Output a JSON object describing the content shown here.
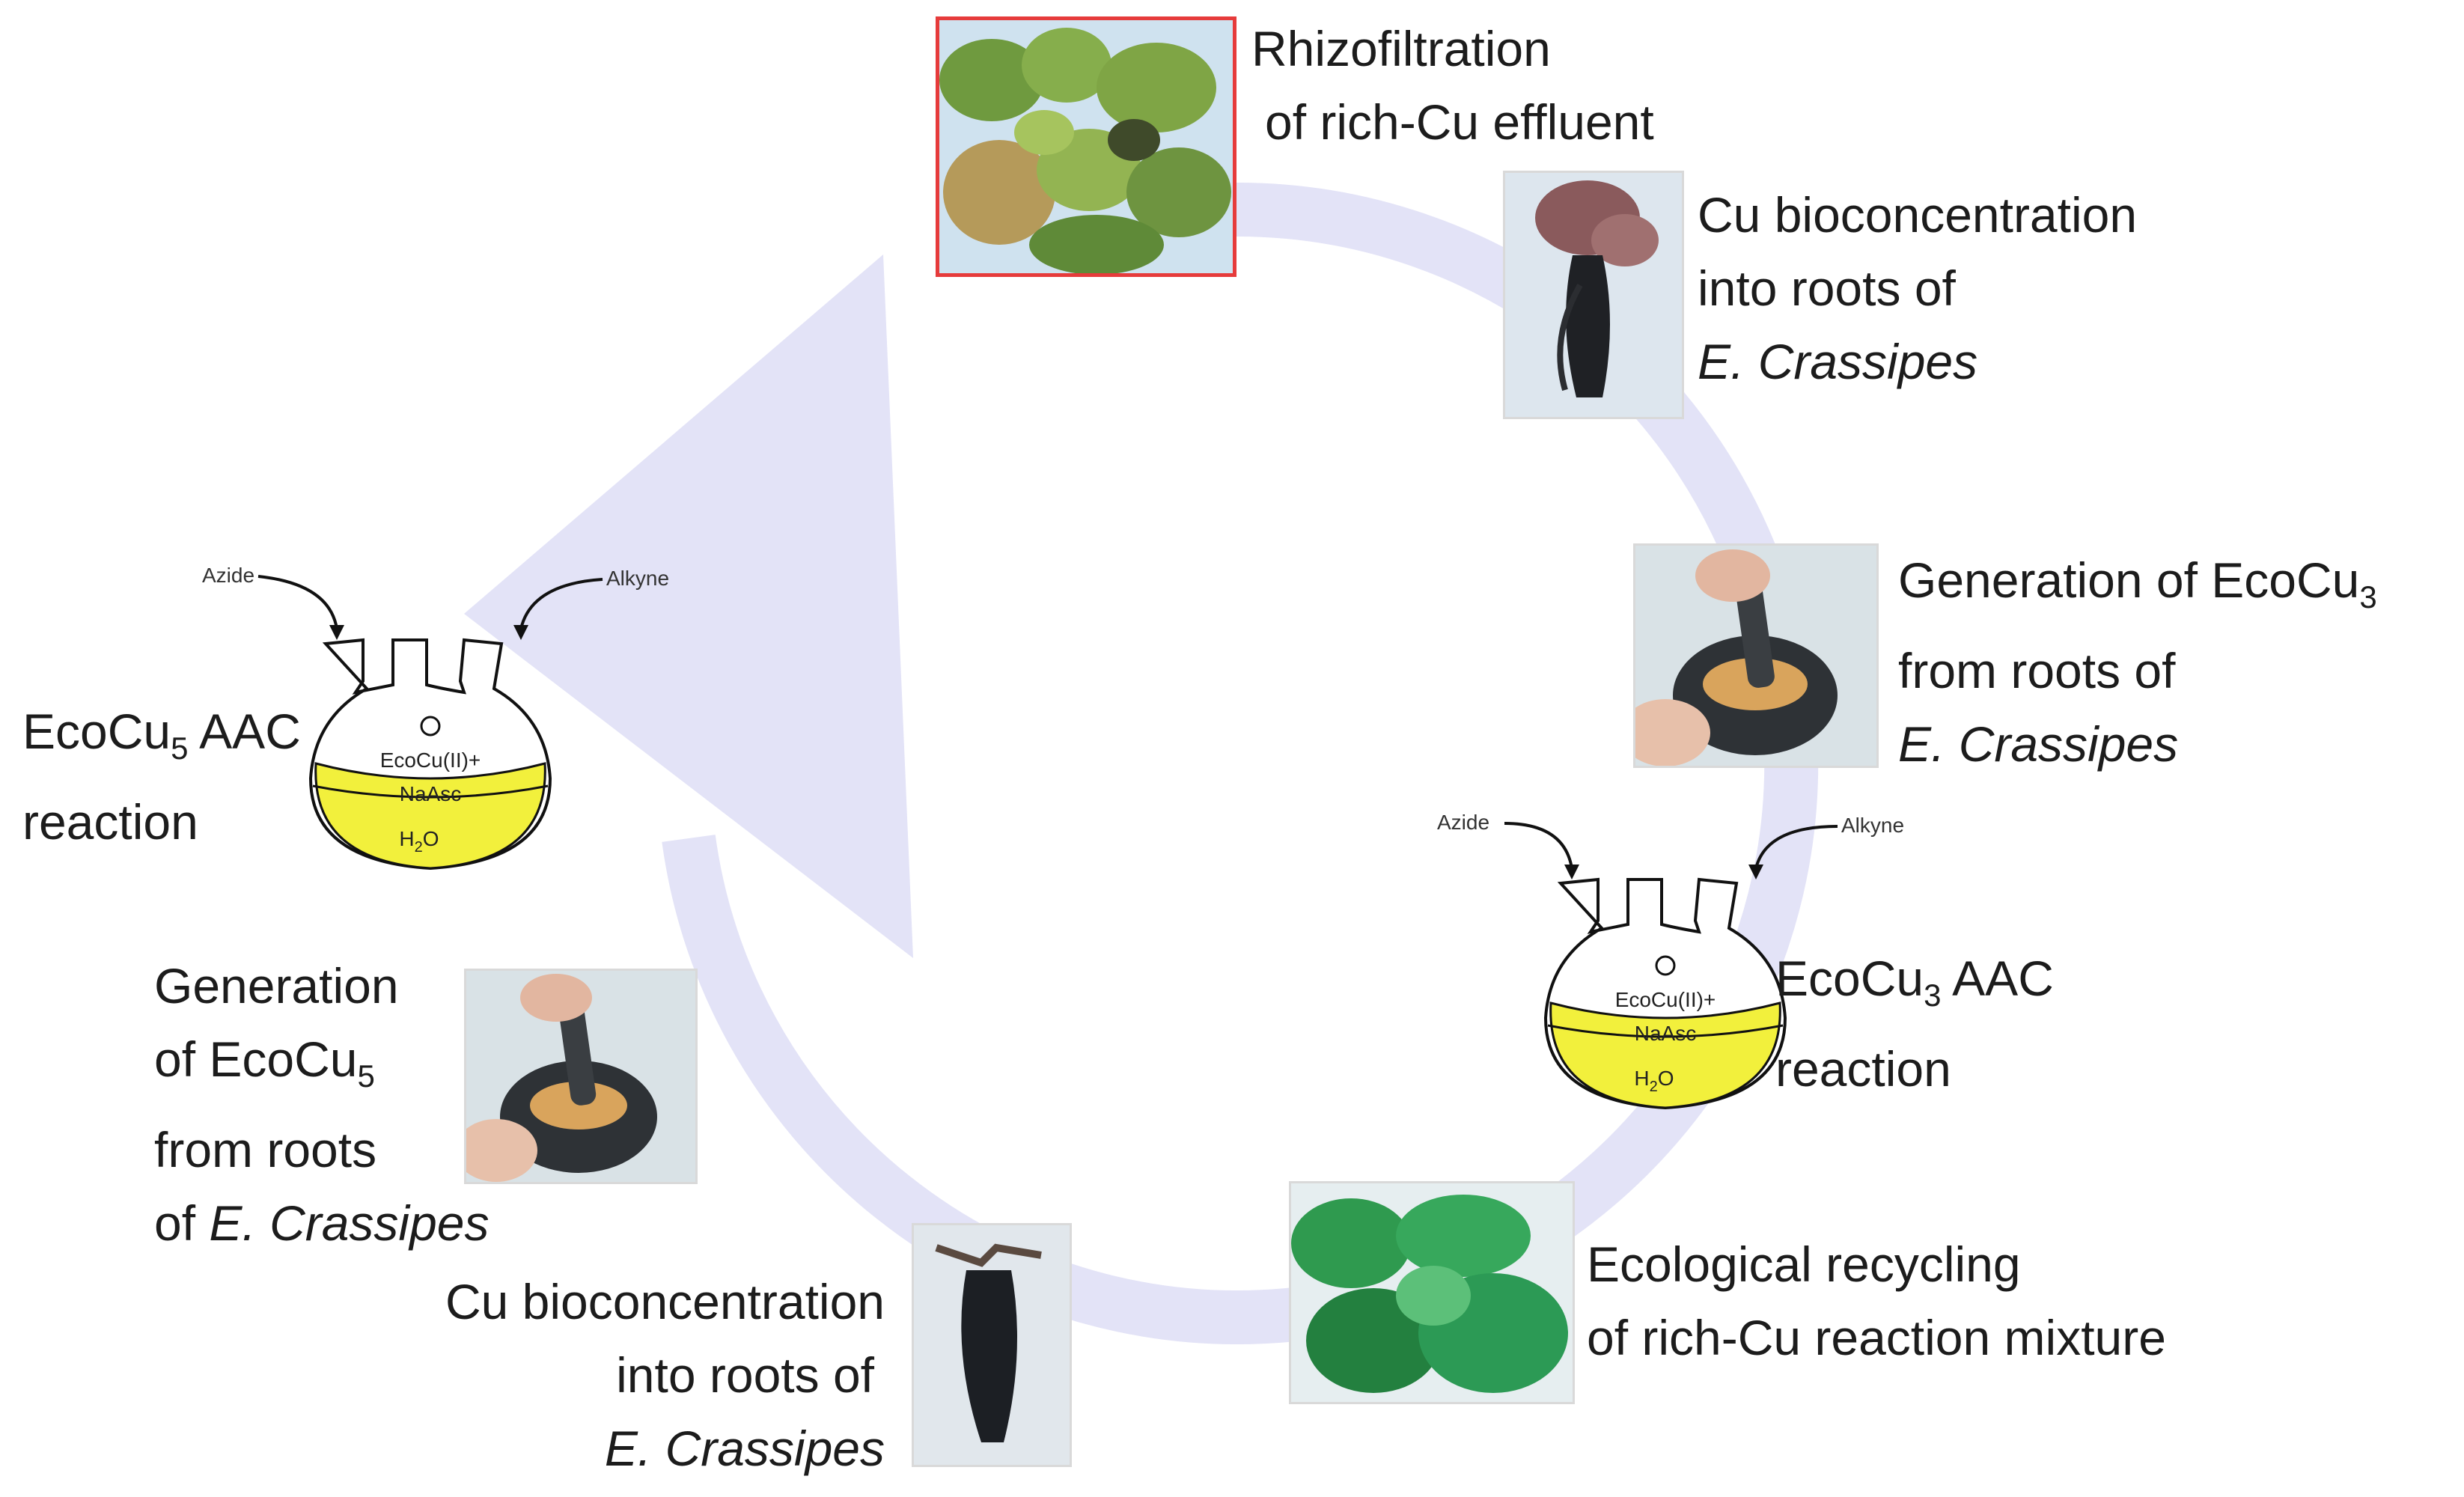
{
  "steps": {
    "rhizofiltration": {
      "line1": "Rhizofiltration",
      "line2": "of rich-Cu effluent"
    },
    "bioconc_right": {
      "line1": "Cu bioconcentration",
      "line2": "into roots of",
      "line3": "E. Crassipes"
    },
    "gen_ecocu3": {
      "line1_pre": "Generation of EcoCu",
      "line1_sub": "3",
      "line2": "from roots of",
      "line3": "E. Crassipes"
    },
    "aac_ecocu3": {
      "line1_pre": "EcoCu",
      "line1_sub": "3",
      "line1_post": " AAC",
      "line2": "reaction"
    },
    "recycling": {
      "line1": "Ecological recycling",
      "line2": "of rich-Cu reaction mixture"
    },
    "bioconc_left": {
      "line1": "Cu bioconcentration",
      "line2": "into roots of",
      "line3": "E. Crassipes"
    },
    "gen_ecocu5": {
      "line1": "Generation",
      "line2_pre": "of EcoCu",
      "line2_sub": "5",
      "line3": "from roots",
      "line4_pre": "of ",
      "line4_it": "E. Crassipes"
    },
    "aac_ecocu5": {
      "line1_pre": "EcoCu",
      "line1_sub": "5",
      "line1_post": " AAC",
      "line2": "reaction"
    }
  },
  "flask": {
    "azide": "Azide",
    "alkyne": "Alkyne",
    "content1": "EcoCu(II)+",
    "content2": "NaAsc",
    "solvent_pre": "H",
    "solvent_sub": "2",
    "solvent_post": "O"
  },
  "colors": {
    "cycle_arrow": "#e3e3f7",
    "flask_liquid": "#f2f03c",
    "photo_border_red": "#e63b3b"
  }
}
